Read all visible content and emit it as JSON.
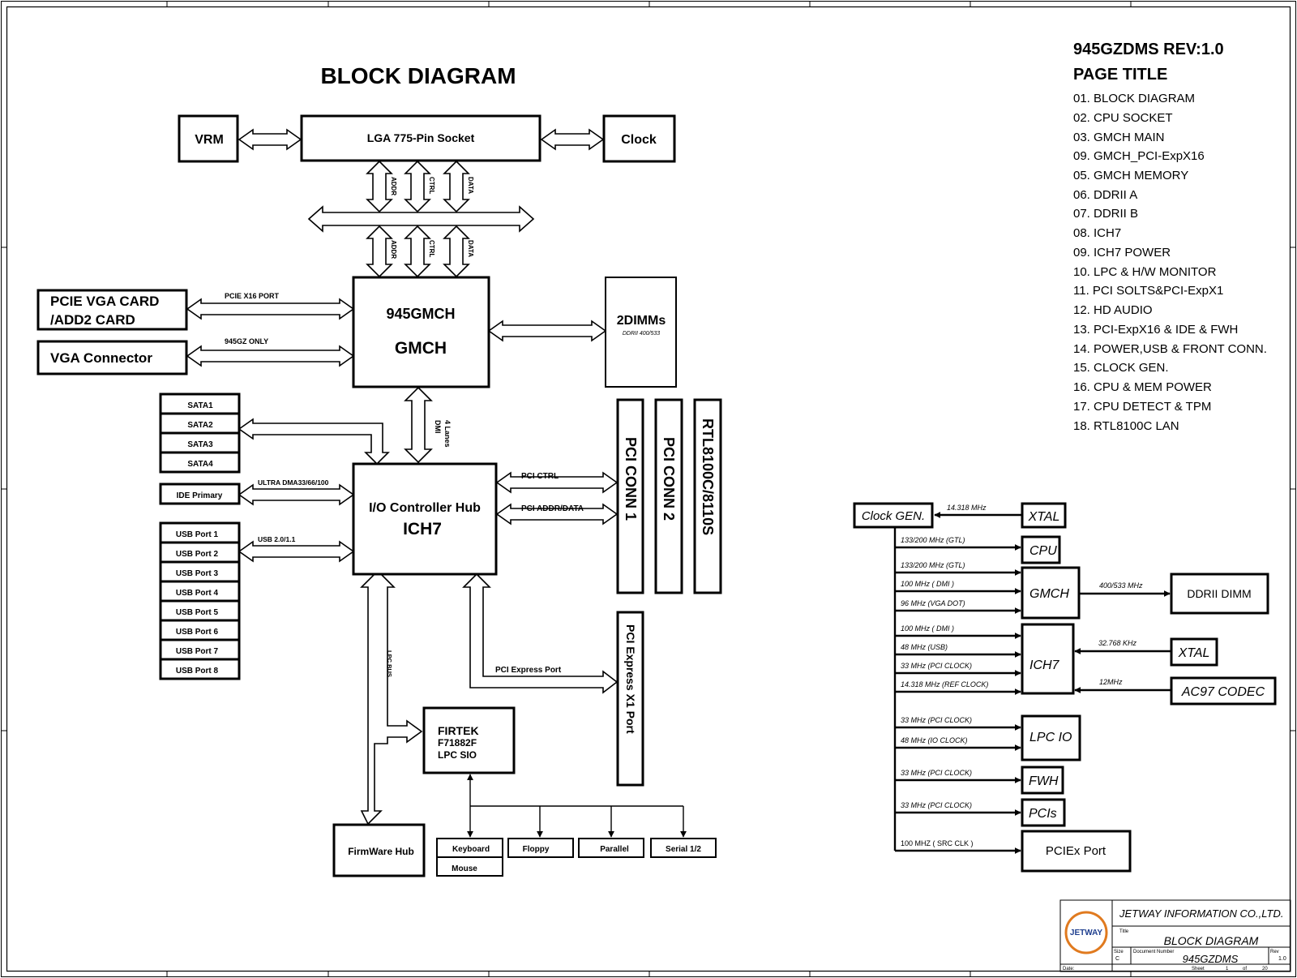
{
  "title": "BLOCK DIAGRAM",
  "cpu": {
    "vrm": "VRM",
    "socket": "LGA 775-Pin Socket",
    "clock": "Clock",
    "bus_top": [
      "ADDR",
      "CTRL",
      "DATA"
    ],
    "bus_bottom": [
      "ADDR",
      "CTRL",
      "DATA"
    ]
  },
  "gmch": {
    "line1": "945GMCH",
    "line2": "GMCH",
    "pcie_card_1": "PCIE VGA CARD",
    "pcie_card_2": "/ADD2 CARD",
    "pcie_port": "PCIE X16 PORT",
    "vga_connector": "VGA Connector",
    "vga_only": "945GZ ONLY",
    "dimms": "2DIMMs",
    "dimms_sub": "DDRII 400/533",
    "dmi_1": "4 Lanes",
    "dmi_2": "DMI"
  },
  "ich": {
    "line1": "I/O Controller Hub",
    "line2": "ICH7",
    "sata": [
      "SATA1",
      "SATA2",
      "SATA3",
      "SATA4"
    ],
    "ide": "IDE Primary",
    "ultra_dma": "ULTRA DMA33/66/100",
    "usb": [
      "USB Port 1",
      "USB Port 2",
      "USB Port 3",
      "USB Port 4",
      "USB Port 5",
      "USB Port 6",
      "USB Port 7",
      "USB Port 8"
    ],
    "usb_label": "USB 2.0/1.1",
    "pci_ctrl": "PCI CTRL",
    "pci_addr": "PCI ADDR/DATA",
    "pci_conn1": "PCI CONN 1",
    "pci_conn2": "PCI CONN 2",
    "lan": "RTL8100C/8110S",
    "pcie_port_label": "PCI Express  Port",
    "pcie_x1": "PCI Express X1 Port",
    "lpc_bus": "LPC BUS"
  },
  "sio": {
    "line1": "FIRTEK",
    "line2": "F71882F",
    "line3": "LPC SIO",
    "firmware_hub": "FirmWare Hub",
    "keyboard": "Keyboard",
    "mouse": "Mouse",
    "floppy": "Floppy",
    "parallel": "Parallel",
    "serial": "Serial 1/2"
  },
  "toc": {
    "board": "945GZDMS REV:1.0",
    "heading": "PAGE  TITLE",
    "items": [
      "01. BLOCK DIAGRAM",
      "02. CPU SOCKET",
      "03. GMCH MAIN",
      "09. GMCH_PCI-ExpX16",
      "05. GMCH MEMORY",
      "06. DDRII A",
      "07. DDRII B",
      "08. ICH7",
      "09. ICH7 POWER",
      "10. LPC & H/W MONITOR",
      "11. PCI SOLTS&PCI-ExpX1",
      "12. HD AUDIO",
      "13. PCI-ExpX16 & IDE & FWH",
      "14. POWER,USB & FRONT CONN.",
      "15. CLOCK GEN.",
      "16. CPU & MEM POWER",
      "17. CPU DETECT & TPM",
      "18. RTL8100C LAN"
    ]
  },
  "clock": {
    "gen": "Clock GEN.",
    "xtal": "XTAL",
    "xtal_freq": "14.318 MHz",
    "cpu": "CPU",
    "gmch": "GMCH",
    "ich7": "ICH7",
    "lpcio": "LPC IO",
    "fwh": "FWH",
    "pcis": "PCIs",
    "pciex": "PCIEx Port",
    "ddr": "DDRII DIMM",
    "ddr_freq": "400/533 MHz",
    "xtal2": "XTAL",
    "xtal2_freq": "32.768 KHz",
    "ac97": "AC97 CODEC",
    "ac97_freq": "12MHz",
    "lines": [
      "133/200 MHz (GTL)",
      "133/200 MHz (GTL)",
      "100 MHz ( DMI )",
      "96 MHz (VGA DOT)",
      "100 MHz ( DMI )",
      "48 MHz (USB)",
      "33 MHz (PCI CLOCK)",
      "14.318 MHz (REF CLOCK)",
      "33 MHz (PCI CLOCK)",
      "48 MHz (IO CLOCK)",
      "33 MHz (PCI CLOCK)",
      "33 MHz (PCI CLOCK)",
      "100 MHZ ( SRC CLK )"
    ]
  },
  "titleblock": {
    "company": "JETWAY INFORMATION CO.,LTD.",
    "title_caption": "Title",
    "title": "BLOCK DIAGRAM",
    "size_caption": "Size",
    "size": "C",
    "docnum_caption": "Document Number",
    "docnum": "945GZDMS",
    "rev_caption": "Rev",
    "rev": "1.0",
    "date_caption": "Date:",
    "sheet_caption": "Sheet",
    "sheet": "1",
    "of": "of",
    "total": "20",
    "logo_text": "JETWAY"
  }
}
